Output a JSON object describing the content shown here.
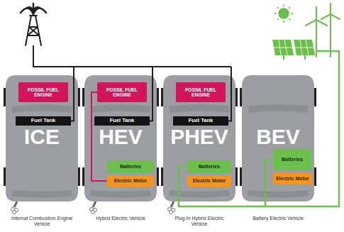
{
  "diagram": {
    "nodes": [
      {
        "text": [
          "ICE"
        ]
      },
      {
        "text": [
          "FOSSIL FUEL ENGINE"
        ],
        "in": 0
      },
      {
        "text": [
          "Fuel Tank"
        ],
        "in": 0
      },
      {
        "text": [
          "HEV"
        ]
      },
      {
        "text": [
          "FOSSIL FUEL ENGINE"
        ],
        "in": 3
      },
      {
        "text": [
          "Fuel Tank"
        ],
        "in": 3
      },
      {
        "text": [
          "Batteries"
        ],
        "in": 3
      },
      {
        "text": [
          "Electric Motor"
        ],
        "in": 3
      },
      {
        "text": [
          "PHEV"
        ]
      },
      {
        "text": [
          "FOSSIL FUEL ENGINE"
        ],
        "in": 8
      },
      {
        "text": [
          "Fuel Tank"
        ],
        "in": 8
      },
      {
        "text": [
          "Batteries"
        ],
        "in": 8
      },
      {
        "text": [
          "Electric Motor"
        ],
        "in": 8
      },
      {
        "text": [
          "BEV"
        ]
      },
      {
        "text": [
          "Batteries"
        ],
        "in": 13
      },
      {
        "text": [
          "Electric Motor"
        ],
        "in": 13
      }
    ],
    "edges": [
      {
        "from": 4,
        "to": 7,
        "arrow": "none"
      }
    ],
    "labels": [
      "Internal Combustion Engine Vehicle",
      "Hybrid Electric Vehicle",
      "Plug-In Hybrid Electric Vehicle",
      "Battery Electric Vehicle"
    ]
  }
}
